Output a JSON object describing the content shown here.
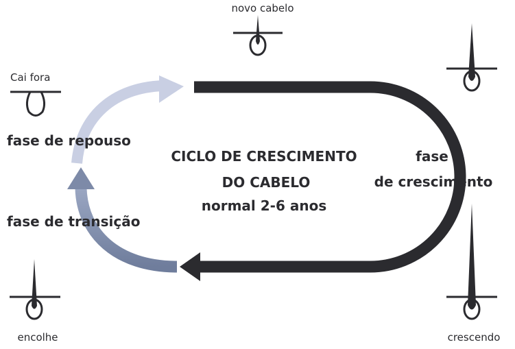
{
  "title_lines": [
    "CICLO DE CRESCIMENTO",
    "DO CABELO",
    "normal 2-6 anos"
  ],
  "phases": {
    "growth": [
      "fase",
      "de crescimento"
    ],
    "transition": "fase de transição",
    "rest": "fase de repouso"
  },
  "stages": {
    "new_hair": "novo cabelo",
    "growing": "crescendo",
    "shrinks": "encolhe",
    "falls_out": "Cai fora"
  },
  "colors": {
    "dark": "#2b2b2f",
    "transition": "#7d8aa8",
    "rest": "#c9cfe3"
  }
}
